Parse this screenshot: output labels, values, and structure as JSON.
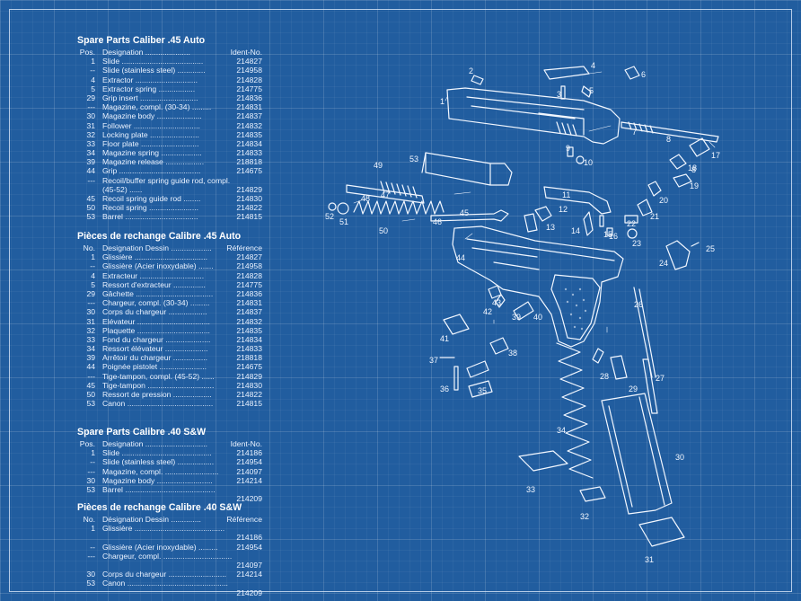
{
  "colors": {
    "background": "#215d9f",
    "lines": "#f2f7ff"
  },
  "tables": [
    {
      "title": "Spare Parts Caliber .45 Auto",
      "header": {
        "pos": "Pos.",
        "designation": "Designation .....................",
        "ident": "Ident-No."
      },
      "rows": [
        {
          "pos": "1",
          "designation": "Slide ......................................",
          "ident": "214827"
        },
        {
          "pos": "--",
          "designation": "Slide (stainless steel) .............",
          "ident": "214958"
        },
        {
          "pos": "4",
          "designation": "Extractor .............................",
          "ident": "214828"
        },
        {
          "pos": "5",
          "designation": "Extractor spring .................",
          "ident": "214775"
        },
        {
          "pos": "29",
          "designation": "Grip insert ...........................",
          "ident": "214836"
        },
        {
          "pos": "---",
          "designation": "Magazine, compl. (30-34) .........",
          "ident": "214831"
        },
        {
          "pos": "30",
          "designation": "Magazine body .....................",
          "ident": "214837"
        },
        {
          "pos": "31",
          "designation": "Follower ...............................",
          "ident": "214832"
        },
        {
          "pos": "32",
          "designation": "Locking plate .......................",
          "ident": "214835"
        },
        {
          "pos": "33",
          "designation": "Floor plate ...........................",
          "ident": "214834"
        },
        {
          "pos": "34",
          "designation": "Magazine spring ...................",
          "ident": "214833"
        },
        {
          "pos": "39",
          "designation": "Magazine release ..................",
          "ident": "218818"
        },
        {
          "pos": "44",
          "designation": "Grip ......................................",
          "ident": "214675"
        },
        {
          "pos": "---",
          "designation": "Recoil/buffer spring guide rod, compl. (45-52) ......",
          "ident": "214829"
        },
        {
          "pos": "45",
          "designation": "Recoil spring guide rod ........",
          "ident": "214830"
        },
        {
          "pos": "50",
          "designation": "Recoil spring .......................",
          "ident": "214822"
        },
        {
          "pos": "53",
          "designation": "Barrel ..................................",
          "ident": "214815"
        }
      ]
    },
    {
      "title": "Pièces de rechange Calibre .45 Auto",
      "header": {
        "pos": "No.",
        "designation": "Designation Dessin ...................",
        "ident": "Référence"
      },
      "rows": [
        {
          "pos": "1",
          "designation": "Glissière ..................................",
          "ident": "214827"
        },
        {
          "pos": "--",
          "designation": "Glissière (Acier inoxydable) .......",
          "ident": "214958"
        },
        {
          "pos": "4",
          "designation": "Extracteur ..............................",
          "ident": "214828"
        },
        {
          "pos": "5",
          "designation": "Ressort d'extracteur ...............",
          "ident": "214775"
        },
        {
          "pos": "29",
          "designation": "Gâchette ....................................",
          "ident": "214836"
        },
        {
          "pos": "---",
          "designation": "Chargeur, compl. (30-34) .........",
          "ident": "214831"
        },
        {
          "pos": "30",
          "designation": "Corps du chargeur ..................",
          "ident": "214837"
        },
        {
          "pos": "31",
          "designation": "Elévateur ..................................",
          "ident": "214832"
        },
        {
          "pos": "32",
          "designation": "Plaquette ..................................",
          "ident": "214835"
        },
        {
          "pos": "33",
          "designation": "Fond du chargeur .....................",
          "ident": "214834"
        },
        {
          "pos": "34",
          "designation": "Ressort élévateur ....................",
          "ident": "214833"
        },
        {
          "pos": "39",
          "designation": "Arrêtoir du chargeur ................",
          "ident": "218818"
        },
        {
          "pos": "44",
          "designation": "Poignée pistolet ......................",
          "ident": "214675"
        },
        {
          "pos": "---",
          "designation": "Tige-tampon, compl. (45-52) ......",
          "ident": "214829"
        },
        {
          "pos": "45",
          "designation": "Tige-tampon ...............................",
          "ident": "214830"
        },
        {
          "pos": "50",
          "designation": "Ressort de pression ..................",
          "ident": "214822"
        },
        {
          "pos": "53",
          "designation": "Canon ........................................",
          "ident": "214815"
        }
      ]
    },
    {
      "title": "Spare Parts Calibre .40 S&W",
      "header": {
        "pos": "Pos.",
        "designation": "Designation .............................",
        "ident": "Ident-No."
      },
      "rows": [
        {
          "pos": "1",
          "designation": "Slide ..........................................",
          "ident": "214186"
        },
        {
          "pos": "--",
          "designation": "Slide (stainless steel) .................",
          "ident": "214954"
        },
        {
          "pos": "---",
          "designation": "Magazine, compl. .........................",
          "ident": "214097"
        },
        {
          "pos": "30",
          "designation": "Magazine body ..........................",
          "ident": "214214"
        },
        {
          "pos": "53",
          "designation": "Barrel ..........................................",
          "ident": "214209"
        }
      ]
    },
    {
      "title": "Pièces de rechange Calibre .40 S&W",
      "header": {
        "pos": "No.",
        "designation": "Désignation Dessin ..............",
        "ident": "Référence"
      },
      "rows": [
        {
          "pos": "1",
          "designation": "Glissière ..........................................",
          "ident": "214186"
        },
        {
          "pos": "--",
          "designation": "Glissière (Acier inoxydable) .........",
          "ident": "214954"
        },
        {
          "pos": "---",
          "designation": "Chargeur, compl. ................................",
          "ident": "214097"
        },
        {
          "pos": "30",
          "designation": "Corps du chargeur ...........................",
          "ident": "214214"
        },
        {
          "pos": "53",
          "designation": "Canon ...............................................",
          "ident": "214209"
        }
      ]
    }
  ],
  "part_numbers": [
    "1",
    "2",
    "3",
    "4",
    "5",
    "6",
    "7",
    "8",
    "8",
    "9",
    "10",
    "11",
    "12",
    "13",
    "14",
    "15",
    "16",
    "17",
    "18",
    "19",
    "20",
    "21",
    "22",
    "23",
    "24",
    "25",
    "26",
    "27",
    "28",
    "29",
    "30",
    "31",
    "32",
    "33",
    "34",
    "35",
    "36",
    "37",
    "38",
    "39",
    "40",
    "41",
    "42",
    "43",
    "44",
    "45",
    "46",
    "47",
    "48",
    "49",
    "50",
    "51",
    "52",
    "53"
  ]
}
